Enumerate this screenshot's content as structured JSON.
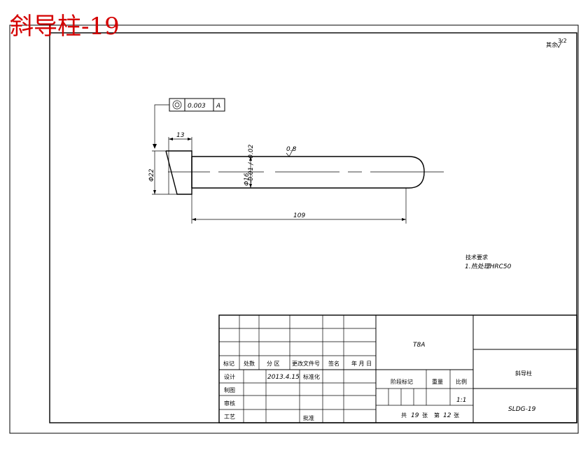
{
  "title": "斜导柱-19",
  "surface_note": "其余",
  "surface_value": "3.2",
  "tolerance_frame": {
    "value": "0.003",
    "datum": "A"
  },
  "dimensions": {
    "d_head": "Φ22",
    "head_len": "13",
    "d_shaft": "Φ16",
    "d_shaft_tol": "-0.01 / -0.02",
    "length": "109",
    "roughness": "0.8"
  },
  "tech_req": {
    "heading": "技术要求",
    "item1": "1.热处理HRC50"
  },
  "title_block": {
    "material": "T8A",
    "part_name": "斜导柱",
    "drawing_no": "SLDG-19",
    "scale": "1:1",
    "sheet_total": "19",
    "sheet_no": "12",
    "date": "2013.4.15",
    "labels": {
      "mark": "标记",
      "count": "处数",
      "zone": "分 区",
      "doc_no": "更改文件号",
      "sign": "签名",
      "ymd": "年 月 日",
      "design": "设计",
      "std": "标准化",
      "draw": "制图",
      "check": "审核",
      "process": "工艺",
      "approve": "批准",
      "stage_mark": "阶段标记",
      "weight": "重量",
      "ratio": "比例",
      "total": "共",
      "sheets": "张",
      "nth": "第"
    }
  }
}
